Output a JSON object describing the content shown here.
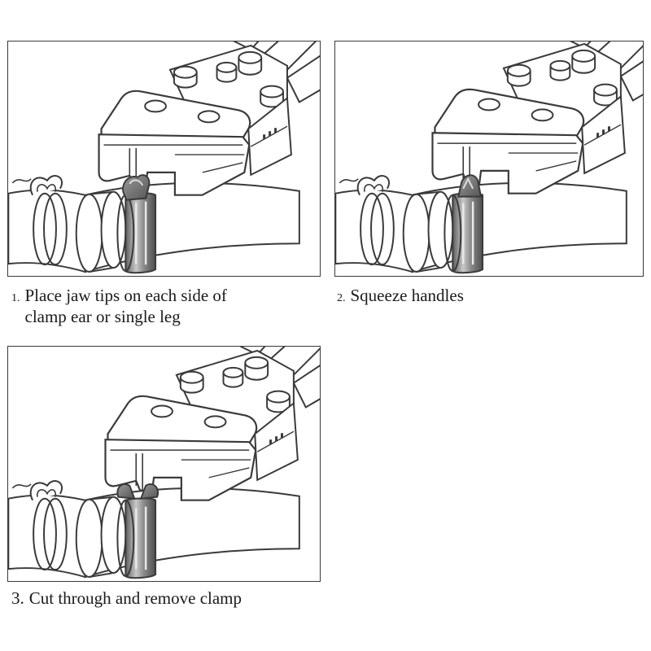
{
  "steps": [
    {
      "number": "1.",
      "text_line1": "Place jaw tips on each side of",
      "text_line2": "clamp ear or single leg"
    },
    {
      "number": "2.",
      "text_line1": "Squeeze handles"
    },
    {
      "number": "3.",
      "text_line1": "Cut through and remove clamp"
    }
  ],
  "colors": {
    "line": "#3a3a3a",
    "metal_dark": "#6f6f6f",
    "metal_mid": "#9a9a9a",
    "metal_light": "#d9d9d9",
    "fill": "#ffffff"
  },
  "illustration": {
    "subject": "clamp-cutter-pliers-on-hose-clamp"
  }
}
